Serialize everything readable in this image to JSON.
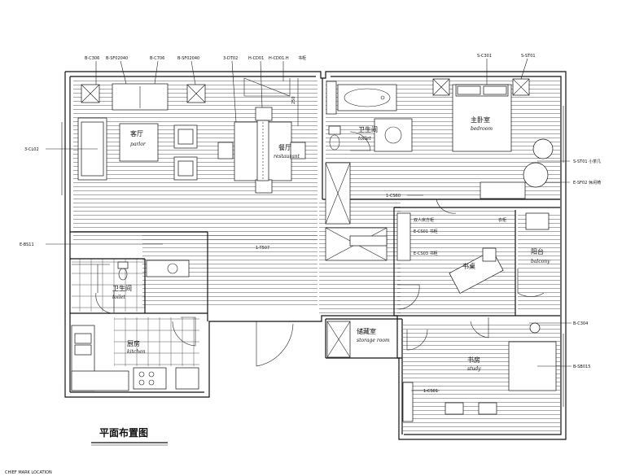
{
  "drawing": {
    "title": "平面布置图",
    "footer": "CHIEF MARK LOCATION"
  },
  "rooms": [
    {
      "key": "parlor",
      "cn": "客厅",
      "en": "parlor"
    },
    {
      "key": "restaurant",
      "cn": "餐厅",
      "en": "restaurant"
    },
    {
      "key": "toilet_main",
      "cn": "卫生间",
      "en": "toilet"
    },
    {
      "key": "bedroom",
      "cn": "主卧室",
      "en": "bedroom"
    },
    {
      "key": "toilet_small",
      "cn": "卫生间",
      "en": "toilet"
    },
    {
      "key": "kitchen",
      "cn": "厨房",
      "en": "kitchen"
    },
    {
      "key": "study_desk",
      "cn": "书桌",
      "en": ""
    },
    {
      "key": "balcony",
      "cn": "阳台",
      "en": "balcony"
    },
    {
      "key": "storage",
      "cn": "储藏室",
      "en": "storage room"
    },
    {
      "key": "study",
      "cn": "书房",
      "en": "study"
    }
  ],
  "callouts": [
    "B-C306",
    "B-SF02040",
    "B-C706",
    "B-SF02040",
    "3-DT02",
    "H-CD01",
    "H-CD01.H",
    "书柜",
    "S-C301",
    "S-ST01",
    "3-CL02",
    "E-BS11",
    "1-T507",
    "S-ST01 小茶几",
    "E-SF02 休闲椅",
    "1-CS60",
    "双人床方柜",
    "E-CS01 书柜",
    "E-CS03 书柜",
    "衣柜",
    "B-C304",
    "B-SB015",
    "1-CS01"
  ],
  "dimensions": {
    "dim_250": "250"
  }
}
